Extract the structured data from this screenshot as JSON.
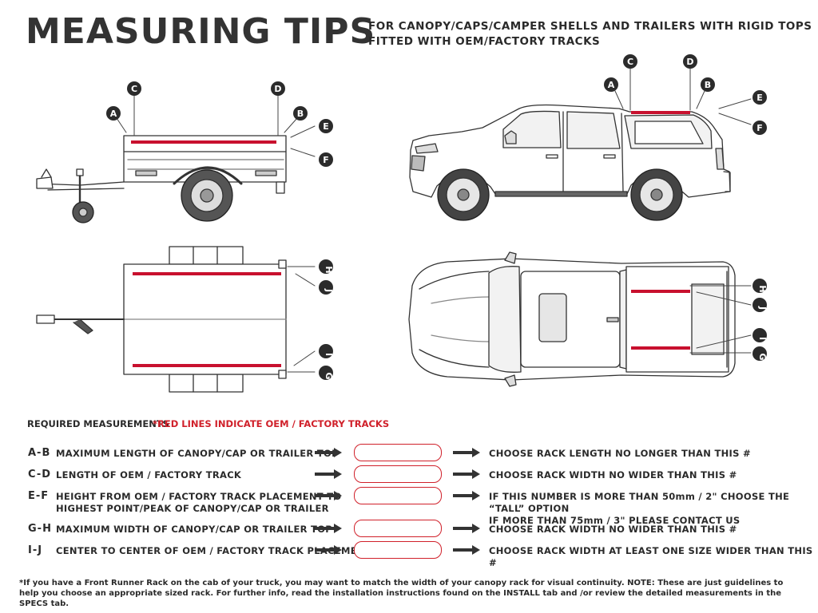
{
  "header": {
    "title": "MEASURING TIPS",
    "subtitle_line1": "FOR CANOPY/CAPS/CAMPER SHELLS AND TRAILERS WITH RIGID TOPS",
    "subtitle_line2": "FITTED WITH OEM/FACTORY TRACKS"
  },
  "diagram_labels": {
    "a": "A",
    "b": "B",
    "c": "C",
    "d": "D",
    "e": "E",
    "f": "F",
    "g": "G",
    "h": "H",
    "i": "I",
    "j": "J"
  },
  "requirements": {
    "label": "REQUIRED MEASUREMENTS",
    "note": "*RED LINES INDICATE OEM / FACTORY TRACKS"
  },
  "measurements": [
    {
      "code": "A-B",
      "description": "MAXIMUM  LENGTH OF CANOPY/CAP OR TRAILER TOP",
      "result": "CHOOSE RACK LENGTH NO LONGER THAN THIS #"
    },
    {
      "code": "C-D",
      "description": "LENGTH OF OEM / FACTORY TRACK",
      "result": "CHOOSE RACK WIDTH NO WIDER THAN THIS #"
    },
    {
      "code": "E-F",
      "description": "HEIGHT FROM OEM / FACTORY TRACK PLACEMENT TO\nHIGHEST POINT/PEAK OF CANOPY/CAP OR TRAILER",
      "result": "IF THIS NUMBER IS MORE THAN 50mm / 2\" CHOOSE THE “TALL” OPTION\nIF MORE THAN 75mm / 3\" PLEASE CONTACT US"
    },
    {
      "code": "G-H",
      "description": "MAXIMUM  WIDTH OF CANOPY/CAP OR TRAILER TOP",
      "result": "CHOOSE RACK WIDTH NO WIDER THAN THIS #"
    },
    {
      "code": "I-J",
      "description": "CENTER TO CENTER OF OEM / FACTORY TRACK PLACEMENT",
      "result": "CHOOSE RACK WIDTH AT LEAST ONE SIZE WIDER THAN THIS #"
    }
  ],
  "footnote": "*If you have a Front Runner Rack on the cab of your truck, you may want to match the width of your canopy rack for visual continuity. NOTE: These are just guidelines to help you choose an appropriate sized rack. For further info, read the installation instructions found on the INSTALL tab and /or review the detailed measurements in the SPECS tab.",
  "colors": {
    "track_red": "#c8102e",
    "text_dark": "#2a2a2a",
    "badge": "#2b2b2b"
  }
}
